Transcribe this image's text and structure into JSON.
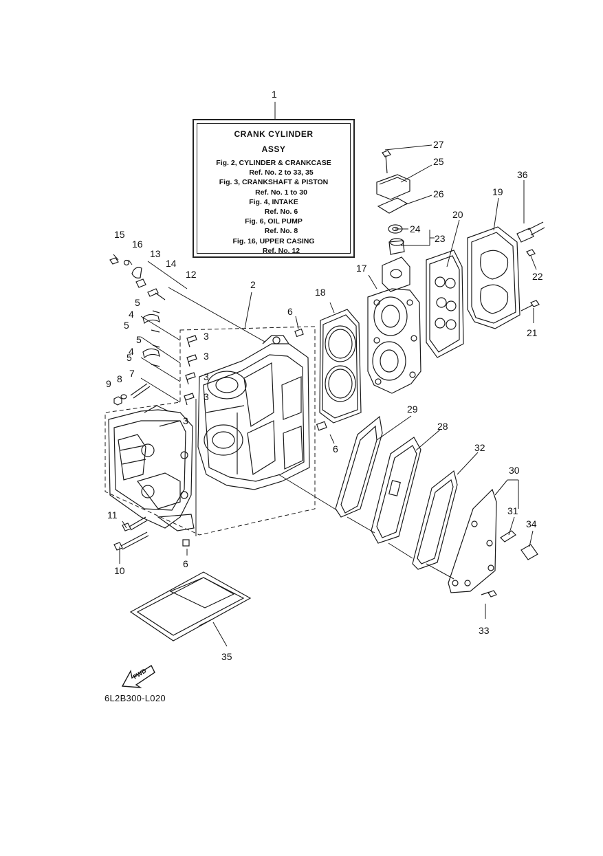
{
  "info_box": {
    "title_line1": "CRANK CYLINDER",
    "title_line2": "ASSY",
    "references": [
      {
        "fig": "Fig. 2, CYLINDER & CRANKCASE",
        "ref": "Ref. No. 2 to 33, 35"
      },
      {
        "fig": "Fig. 3, CRANKSHAFT & PISTON",
        "ref": "Ref. No. 1 to 30"
      },
      {
        "fig": "Fig. 4, INTAKE",
        "ref": "Ref. No. 6"
      },
      {
        "fig": "Fig. 6, OIL PUMP",
        "ref": "Ref. No. 8"
      },
      {
        "fig": "Fig. 16, UPPER CASING",
        "ref": "Ref. No. 12"
      }
    ]
  },
  "fwd_label": "FWD",
  "diagram_code": "6L2B300-L020",
  "callouts": {
    "c1": "1",
    "c2": "2",
    "c3a": "3",
    "c3b": "3",
    "c3c": "3",
    "c3d": "3",
    "c3e": "3",
    "c4a": "4",
    "c4b": "4",
    "c5a": "5",
    "c5b": "5",
    "c5c": "5",
    "c5d": "5",
    "c6a": "6",
    "c6b": "6",
    "c6c": "6",
    "c7": "7",
    "c8": "8",
    "c9": "9",
    "c10": "10",
    "c11": "11",
    "c12": "12",
    "c13": "13",
    "c14": "14",
    "c15": "15",
    "c16": "16",
    "c17": "17",
    "c18": "18",
    "c19": "19",
    "c20": "20",
    "c21": "21",
    "c22": "22",
    "c23": "23",
    "c24": "24",
    "c25": "25",
    "c26": "26",
    "c27": "27",
    "c28": "28",
    "c29": "29",
    "c30": "30",
    "c31": "31",
    "c32": "32",
    "c33": "33",
    "c34": "34",
    "c35": "35",
    "c36": "36"
  }
}
